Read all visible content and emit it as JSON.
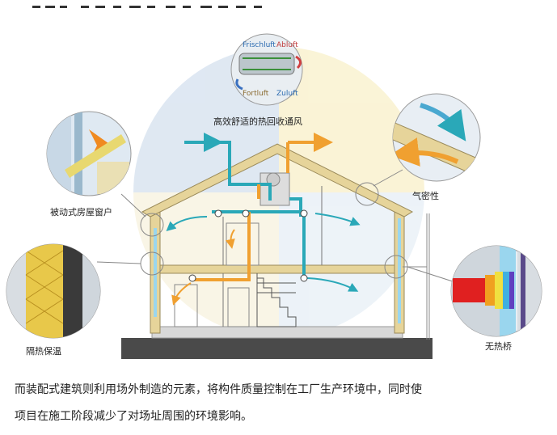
{
  "top_fragment": "……………………",
  "labels": {
    "heat_recovery": "高效舒适的热回收通风",
    "passive_windows": "被动式房屋窗户",
    "airtightness": "气密性",
    "insulation": "隔热保温",
    "thermal_bridge": "无热桥"
  },
  "hrv_unit": {
    "frischluft": "Frischluft",
    "abluft": "Abluft",
    "fortluft": "Fortluft",
    "zuluft": "Zuluft"
  },
  "caption": {
    "line1": "而装配式建筑则利用场外制造的元素，将构件质量控制在工厂生产环境中，同时使",
    "line2": "项目在施工阶段减少了对场址周围的环境影响。"
  },
  "colors": {
    "fresh_air": "#2aa8b8",
    "exhaust_air": "#f0a030",
    "timber": "#e6d49a",
    "ground": "#4a4a4a"
  }
}
